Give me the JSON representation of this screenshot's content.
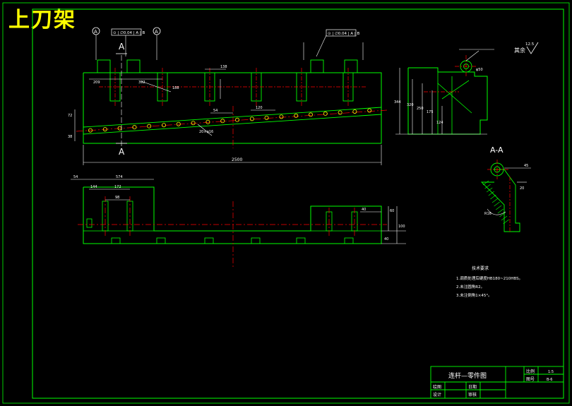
{
  "overlay_title": "上刀架",
  "colors": {
    "background": "#000000",
    "frame": "#00ff00",
    "outline": "#00ff00",
    "dimension": "#ffffff",
    "centerline": "#ff0000",
    "title_yellow": "#ffff00"
  },
  "datums": [
    "A",
    "A"
  ],
  "section_marks": [
    "A",
    "A"
  ],
  "section_view_label": "A-A",
  "surface_finish_note": "其余",
  "surface_finish_value": "12.5",
  "tolerance_frames": [
    "⊙ | ∅0.04 | A | B",
    "⊙ | ∅0.04 | A | B"
  ],
  "dimensions_main": {
    "overall_length": "2500",
    "left_pitch_1": "209",
    "left_pitch_2": "392",
    "slot_depth": "138",
    "hole_spacing": "54",
    "right_spacing": "120",
    "left_height_1": "72",
    "left_height_2": "38",
    "pin_hole_note": "20×φ16",
    "slot_dim": "188"
  },
  "dimensions_side": {
    "height_1": "344",
    "height_2": "320",
    "height_3": "250",
    "height_4": "175",
    "height_5": "124",
    "top_dim": "φ50"
  },
  "dimensions_bottom": {
    "d1": "54",
    "d2": "574",
    "d3": "144",
    "d4": "172",
    "d5": "98",
    "d6": "40",
    "d7": "60",
    "d8": "100",
    "d9": "40"
  },
  "section_dims": {
    "width": "45",
    "angle": "20",
    "radius": "R16"
  },
  "technical_requirements": {
    "heading": "技术要求",
    "items": [
      "1.调质处理后硬度HB180~210HBS。",
      "2.未注圆角R2。",
      "3.未注倒角1×45°。"
    ]
  },
  "title_block": {
    "drawing_name": "连杆—零件图",
    "scale_label": "比例",
    "scale_value": "1:5",
    "number_label": "图号",
    "number_value": "B-6",
    "drawn_label": "绘图",
    "date_label": "日期",
    "design_label": "设计",
    "check_label": "审核"
  }
}
